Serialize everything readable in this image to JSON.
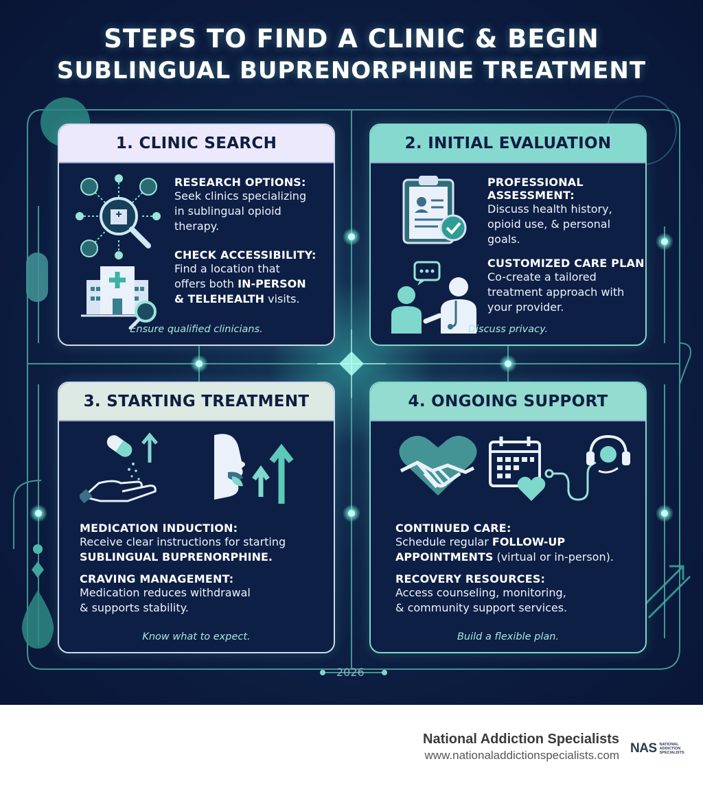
{
  "title": {
    "line1": "STEPS TO FIND A CLINIC & BEGIN",
    "line2": "SUBLINGUAL BUPRENORPHINE TREATMENT"
  },
  "steps": [
    {
      "header": "1. CLINIC SEARCH",
      "items": [
        {
          "heading": "RESEARCH OPTIONS:",
          "lines": [
            "Seek clinics specializing",
            "in sublingual opioid",
            "therapy."
          ]
        },
        {
          "heading": "CHECK ACCESSIBILITY:",
          "line1": "Find a location that",
          "line2a": "offers both ",
          "line2b": "IN-PERSON",
          "line3a": "& TELEHEALTH",
          "line3b": " visits."
        }
      ],
      "footer": "Ensure qualified clinicians."
    },
    {
      "header": "2. INITIAL EVALUATION",
      "items": [
        {
          "heading": "PROFESSIONAL",
          "heading2": "ASSESSMENT:",
          "lines": [
            "Discuss health history,",
            "opioid use, & personal",
            "goals."
          ]
        },
        {
          "heading": "CUSTOMIZED CARE PLAN:",
          "lines": [
            "Co-create a tailored",
            "treatment approach with",
            "your provider."
          ]
        }
      ],
      "footer": "Discuss privacy."
    },
    {
      "header": "3. STARTING TREATMENT",
      "items": [
        {
          "heading": "MEDICATION INDUCTION:",
          "line1": "Receive clear instructions for starting",
          "line2": "SUBLINGUAL BUPRENORPHINE."
        },
        {
          "heading": "CRAVING MANAGEMENT:",
          "lines": [
            "Medication reduces withdrawal",
            "& supports stability."
          ]
        }
      ],
      "footer": "Know what to expect."
    },
    {
      "header": "4. ONGOING SUPPORT",
      "items": [
        {
          "heading": "CONTINUED CARE:",
          "line1a": "Schedule regular ",
          "line1b": "FOLLOW-UP",
          "line2a": "APPOINTMENTS",
          "line2b": " (virtual or in-person)."
        },
        {
          "heading": "RECOVERY RESOURCES:",
          "lines": [
            "Access counseling, monitoring,",
            "& community support services."
          ]
        }
      ],
      "footer": "Build a flexible plan."
    }
  ],
  "year": "2026",
  "brand": {
    "name": "National Addiction Specialists",
    "url": "www.nationaladdictionspecialists.com",
    "logo_mark": "NAS",
    "logo_small": [
      "NATIONAL",
      "ADDICTION",
      "SPECIALISTS"
    ]
  },
  "colors": {
    "background": "#0b1b3e",
    "accent_teal": "#7fd8cc",
    "card_fill": "#0d1f45",
    "glow": "#9ff3e6"
  },
  "icons": [
    "network-search-icon",
    "hospital-search-icon",
    "clipboard-check-icon",
    "doctor-patient-chat-icon",
    "hand-pill-icon",
    "face-tongue-arrows-icon",
    "handshake-heart-icon",
    "calendar-heart-icon",
    "headset-support-icon"
  ]
}
